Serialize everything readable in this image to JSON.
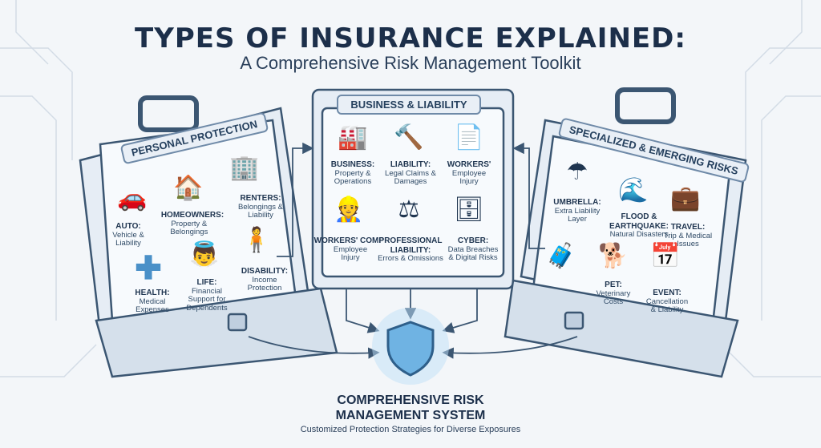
{
  "title": "TYPES OF INSURANCE EXPLAINED:",
  "subtitle": "A Comprehensive Risk Management Toolkit",
  "personal": {
    "header": "PERSONAL PROTECTION",
    "items": [
      {
        "label": "AUTO:",
        "desc": "Vehicle & Liability",
        "icon": "car-shield-icon"
      },
      {
        "label": "HOMEOWNERS:",
        "desc": "Property & Belongings",
        "icon": "house-family-icon"
      },
      {
        "label": "RENTERS:",
        "desc": "Belongings & Liability",
        "icon": "building-lock-icon"
      },
      {
        "label": "HEALTH:",
        "desc": "Medical Expenses",
        "icon": "medical-cross-icon"
      },
      {
        "label": "LIFE:",
        "desc": "Financial Support for Dependents",
        "icon": "angel-wings-icon"
      },
      {
        "label": "DISABILITY:",
        "desc": "Income Protection",
        "icon": "person-crutch-icon"
      }
    ]
  },
  "business": {
    "header": "BUSINESS & LIABILITY",
    "items": [
      {
        "label": "BUSINESS:",
        "desc": "Property & Operations",
        "icon": "factory-gear-icon"
      },
      {
        "label": "LIABILITY:",
        "desc": "Legal Claims & Damages",
        "icon": "gavel-shield-icon"
      },
      {
        "label": "WORKERS'",
        "desc": "Employee Injury",
        "icon": "document-shield-icon"
      },
      {
        "label": "WORKERS' COMP:",
        "desc": "Employee Injury",
        "icon": "hardhat-worker-icon"
      },
      {
        "label": "PROFESSIONAL LIABILITY:",
        "desc": "Errors & Omissions",
        "icon": "certificate-scales-icon"
      },
      {
        "label": "CYBER:",
        "desc": "Data Breaches & Digital Risks",
        "icon": "server-lock-icon"
      }
    ]
  },
  "specialized": {
    "header": "SPECIALIZED & EMERGING RISKS",
    "items": [
      {
        "label": "UMBRELLA:",
        "desc": "Extra Liability Layer",
        "icon": "umbrella-icon"
      },
      {
        "label": "FLOOD & EARTHQUAKE:",
        "desc": "Natural Disasters",
        "icon": "wave-crack-icon"
      },
      {
        "label": "TRAVEL:",
        "desc": "Trip & Medical Issues",
        "icon": "suitcase-plane-icon"
      },
      {
        "label": "PET:",
        "desc": "Veterinary Costs",
        "icon": "dog-cat-icon"
      },
      {
        "label": "EVENT:",
        "desc": "Cancellation & Liability",
        "icon": "event-calendar-icon"
      }
    ]
  },
  "system": {
    "title": "COMPREHENSIVE RISK MANAGEMENT SYSTEM",
    "subtitle": "Customized Protection Strategies for Diverse Exposures"
  },
  "colors": {
    "accent": "#4a90c8",
    "line": "#3b5672",
    "panel": "#e6edf5"
  }
}
